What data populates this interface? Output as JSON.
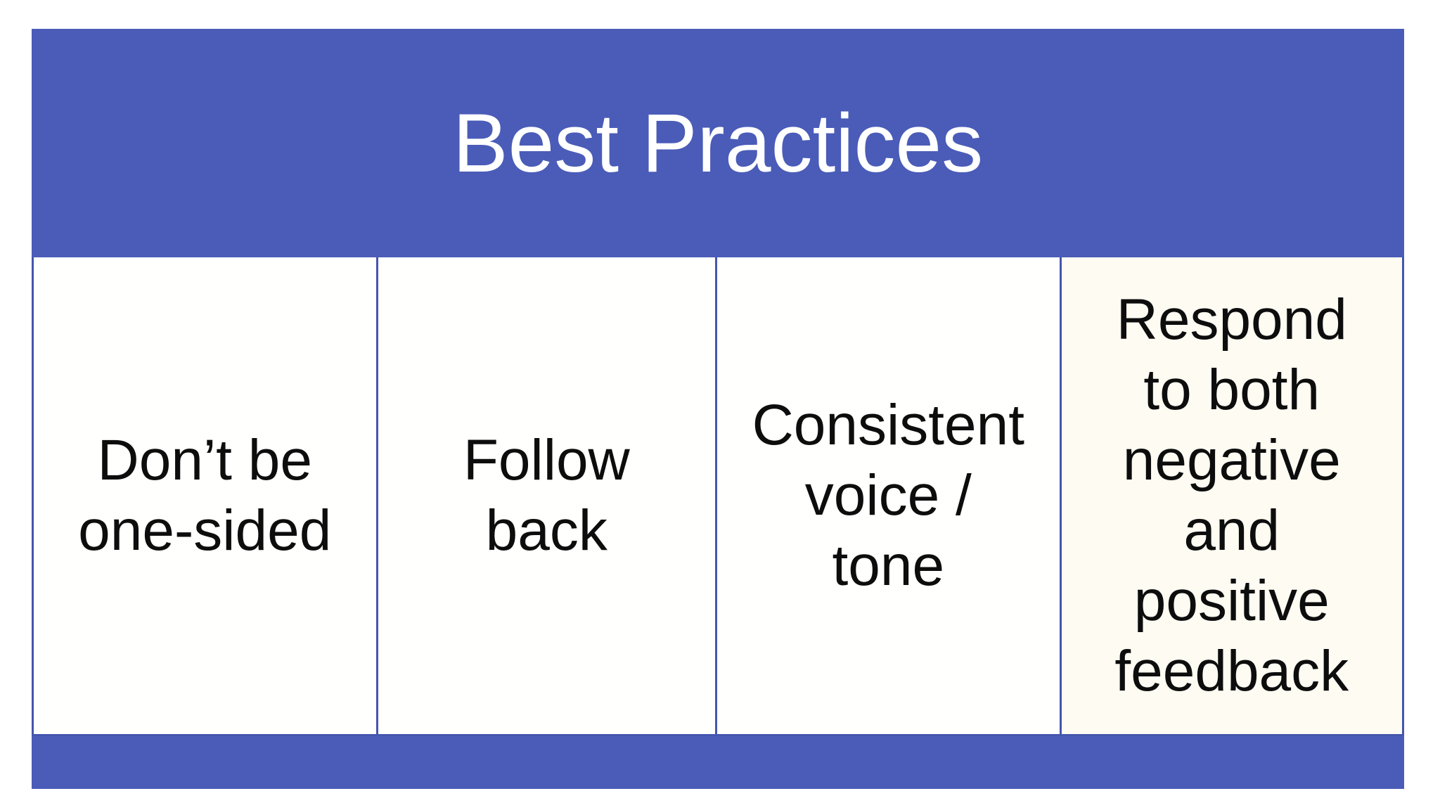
{
  "colors": {
    "accent_blue": "#4a5cb8",
    "border_blue": "#4456ad",
    "cell_bg": "#fffffe",
    "cell4_bg": "#fdfbf2",
    "title_text": "#ffffff",
    "body_text": "#0d0d0d",
    "page_bg": "#ffffff"
  },
  "table": {
    "title": "Best Practices",
    "cells": [
      {
        "text": "Don’t be\none-sided"
      },
      {
        "text": "Follow\nback"
      },
      {
        "text": "Consistent\nvoice /\ntone"
      },
      {
        "text": "Respond\nto both\nnegative\nand\npositive\nfeedback"
      }
    ]
  }
}
